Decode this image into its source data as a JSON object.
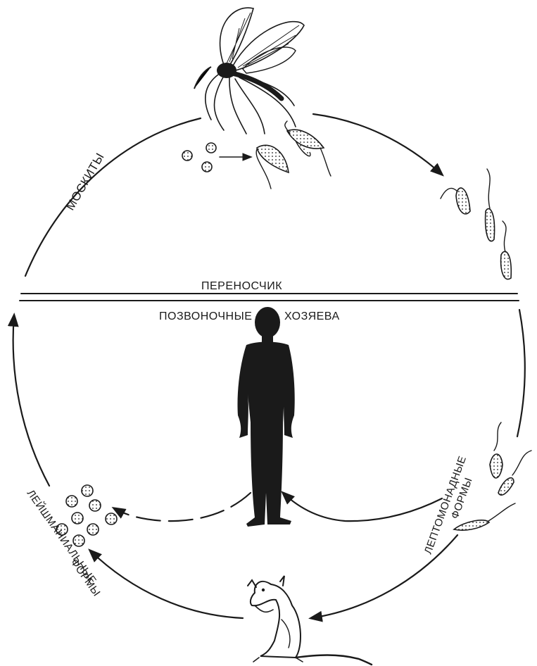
{
  "labels": {
    "mosquitoes": "МОСКИТЫ",
    "vector": "ПЕРЕНОСЧИК",
    "vertebrate": "ПОЗВОНОЧНЫЕ",
    "hosts": "ХОЗЯЕВА",
    "leptomonad_1": "ЛЕПТОМОНАДНЫЕ",
    "leptomonad_2": "ФОРМЫ",
    "leishmanial_1": "ЛЕЙШМАНИАЛЬНЫЕ",
    "leishmanial_2": "ФОРМЫ"
  },
  "figures": {
    "insect": "mosquito-icon",
    "human": "human-silhouette-icon",
    "rodent": "rodent-icon"
  },
  "colors": {
    "ink": "#1a1a1a",
    "paper": "#ffffff"
  }
}
